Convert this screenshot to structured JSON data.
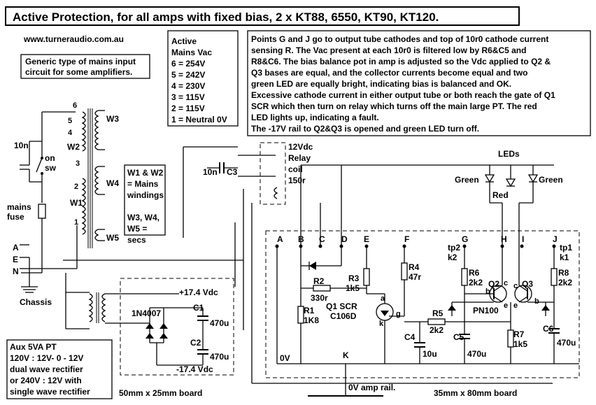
{
  "title": "Active Protection, for all amps with fixed bias, 2 x  KT88, 6550, KT90, KT120.",
  "website": "www.turneraudio.com.au",
  "mains_note": [
    "Generic type of mains input",
    "circuit for some amplifiers."
  ],
  "mains_vac": {
    "lines": [
      "Active",
      "Mains Vac",
      "6 = 254V",
      "5 = 242V",
      "4 = 230V",
      "3 = 115V",
      "2 = 115V",
      "1 = Neutral 0V"
    ]
  },
  "description": [
    "Points G and J go to output tube cathodes and top of 10r0 cathode current",
    "sensing R. The Vac present at each 10r0 is filtered low by R6&C5 and",
    "R8&C6. The bias balance pot in amp is adjusted so the Vdc applied to Q2 &",
    "Q3 bases are equal, and the collector currents become equal and two",
    "green LED are equally bright, indicating bias is balanced and OK.",
    "Excessive cathode current in either output tube or both reach the gate of Q1",
    "SCR which then turn on relay which turns off the main large PT. The red",
    "LED lights up, indicating a fault.",
    "The -17V rail to Q2&Q3 is opened and green LED turn off."
  ],
  "windings_note": [
    "W1 & W2",
    "= Mains",
    "windings",
    "",
    "W3, W4,",
    "W5 =",
    "secs"
  ],
  "aux_pt": [
    "Aux 5VA PT",
    "120V : 12V- 0 - 12V",
    "dual wave rectifier",
    "or 240V : 12V with",
    "single wave rectifier"
  ],
  "labels": {
    "tap6": "6",
    "tap5": "5",
    "tap4": "4",
    "tap3": "3",
    "tap2": "2",
    "tap1": "1",
    "w1": "W1",
    "w2": "W2",
    "w3": "W3",
    "w4": "W4",
    "w5": "W5",
    "cap10n_sw": "10n",
    "on": "on",
    "sw": "sw",
    "mains": "mains",
    "fuse": "fuse",
    "A": "A",
    "E": "E",
    "N": "N",
    "chassis": "Chassis",
    "cap10n_c3": "10n",
    "c3": "C3",
    "relay": [
      "12Vdc",
      "Relay",
      "coil",
      "150r"
    ],
    "leds": "LEDs",
    "green1": "Green",
    "red": "Red",
    "green2": "Green",
    "pA": "A",
    "pB": "B",
    "pC": "C",
    "pD": "D",
    "pE": "E",
    "pF": "F",
    "pG": "G",
    "pH": "H",
    "pI": "I",
    "pJ": "J",
    "pK": "K",
    "tp2": "tp2",
    "k2": "k2",
    "tp1": "tp1",
    "k1": "k1",
    "r1": "R1",
    "r1v": "1K8",
    "r2": "R2",
    "r2v": "330r",
    "r3": "R3",
    "r3v": "1k5",
    "r4": "R4",
    "r4v": "47r",
    "r5": "R5",
    "r5v": "2k2",
    "r6": "R6",
    "r6v": "2k2",
    "r7": "R7",
    "r7v": "1k5",
    "r8": "R8",
    "r8v": "2k2",
    "q1": "Q1 SCR",
    "q1p": "C106D",
    "q_a": "a",
    "q_k": "k",
    "q_g": "g",
    "q2": "Q2",
    "q3": "Q3",
    "pn100": "PN100",
    "q2c": "c",
    "q2b": "b",
    "q2e": "e",
    "q3c": "c",
    "q3b": "b",
    "q3e": "e",
    "c4": "C4",
    "c4v": "10u",
    "c5": "C5",
    "c5v": "470u",
    "c6": "C6",
    "c6v": "470u",
    "c1": "C1",
    "c1v": "470u",
    "c2": "C2",
    "c2v": "470u",
    "plus174": "+17.4 Vdc",
    "minus174": "-17.4 Vdc",
    "zero_v": "0V",
    "diode": "1N4007",
    "board1": "50mm x 25mm board",
    "board2": "35mm x 80mm board",
    "rail": "0V amp rail."
  }
}
